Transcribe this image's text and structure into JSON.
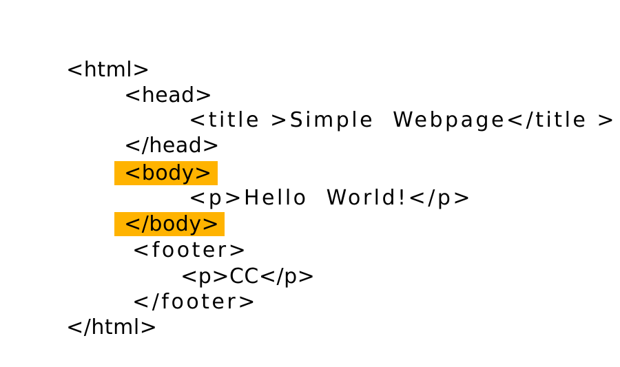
{
  "highlight_color": "#FFB300",
  "code": {
    "lines": [
      {
        "text": "<html>",
        "indent": 0,
        "highlighted": false
      },
      {
        "text": "<head>",
        "indent": 1,
        "highlighted": false
      },
      {
        "text": "<title >Simple  Webpage</title >",
        "indent": 2,
        "highlighted": false
      },
      {
        "text": "</head>",
        "indent": 1,
        "highlighted": false
      },
      {
        "text": "<body>",
        "indent": 1,
        "highlighted": true
      },
      {
        "text": "<p>Hello  World!</p>",
        "indent": 2,
        "highlighted": false
      },
      {
        "text": "</body>",
        "indent": 1,
        "highlighted": true
      },
      {
        "text": "<footer>",
        "indent": 1,
        "highlighted": false
      },
      {
        "text": "<p>CC</p>",
        "indent": 2,
        "highlighted": false
      },
      {
        "text": "</footer>",
        "indent": 1,
        "highlighted": false
      },
      {
        "text": "</html>",
        "indent": 0,
        "highlighted": false
      }
    ]
  }
}
